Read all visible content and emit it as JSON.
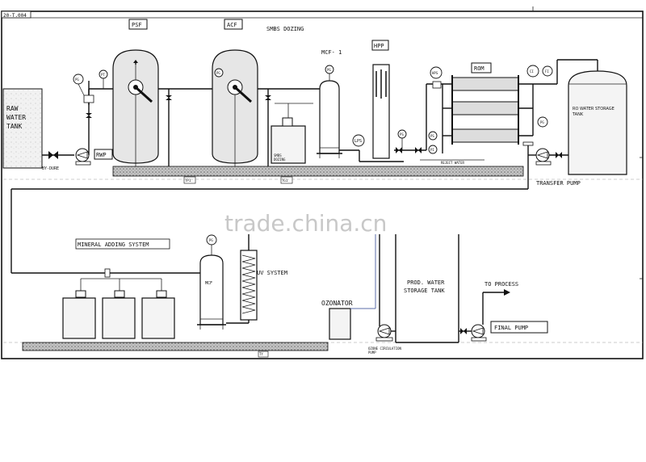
{
  "sheet": {
    "tag": "20-T.004"
  },
  "labels": {
    "psf": "PSF",
    "acf": "ACF",
    "smbs": "SMBS DOZING",
    "mcf1": "MCF- 1",
    "hpp": "HPP",
    "rom": "ROM",
    "raw_water_tank": [
      "RAW",
      "WATER",
      "TANK"
    ],
    "rwp": "RWP",
    "bypass": "BY-DURE",
    "lps": "LPS",
    "ro_tank": [
      "RO WATER STORAGE",
      "TANK"
    ],
    "transfer_pump": "TRANSFER PUMP",
    "reject_water": "REJECT WATER",
    "smbs_tank": [
      "SMBS",
      "DOZING"
    ],
    "mineral": "MINERAL ADDING SYSTEM",
    "mcf": "MCF",
    "uv": "UV SYSTEM",
    "ozonator": "OZONATOR",
    "prod_tank": [
      "PROD. WATER",
      "STORAGE TANK"
    ],
    "to_process": "TO PROCESS",
    "final_pump": "FINAL PUMP",
    "ozone_pump": [
      "OZONE CIRCULATION",
      "PUMP"
    ],
    "ground_tag_1": "TP1",
    "ground_tag_2": "TG1",
    "ground_tag_3": "TY"
  },
  "instruments": {
    "pg": "PG",
    "pt": "PT",
    "ps": "PS",
    "pi": "PI",
    "ci": "CI",
    "fi": "FI",
    "ps2": "PS",
    "hps": "HPS"
  },
  "watermark": "trade.china.cn",
  "colors": {
    "line": "#111111",
    "vessel_fill": "#e6e6e6",
    "ground": "#b8b8b8",
    "watermark": "#c8c8c8"
  }
}
